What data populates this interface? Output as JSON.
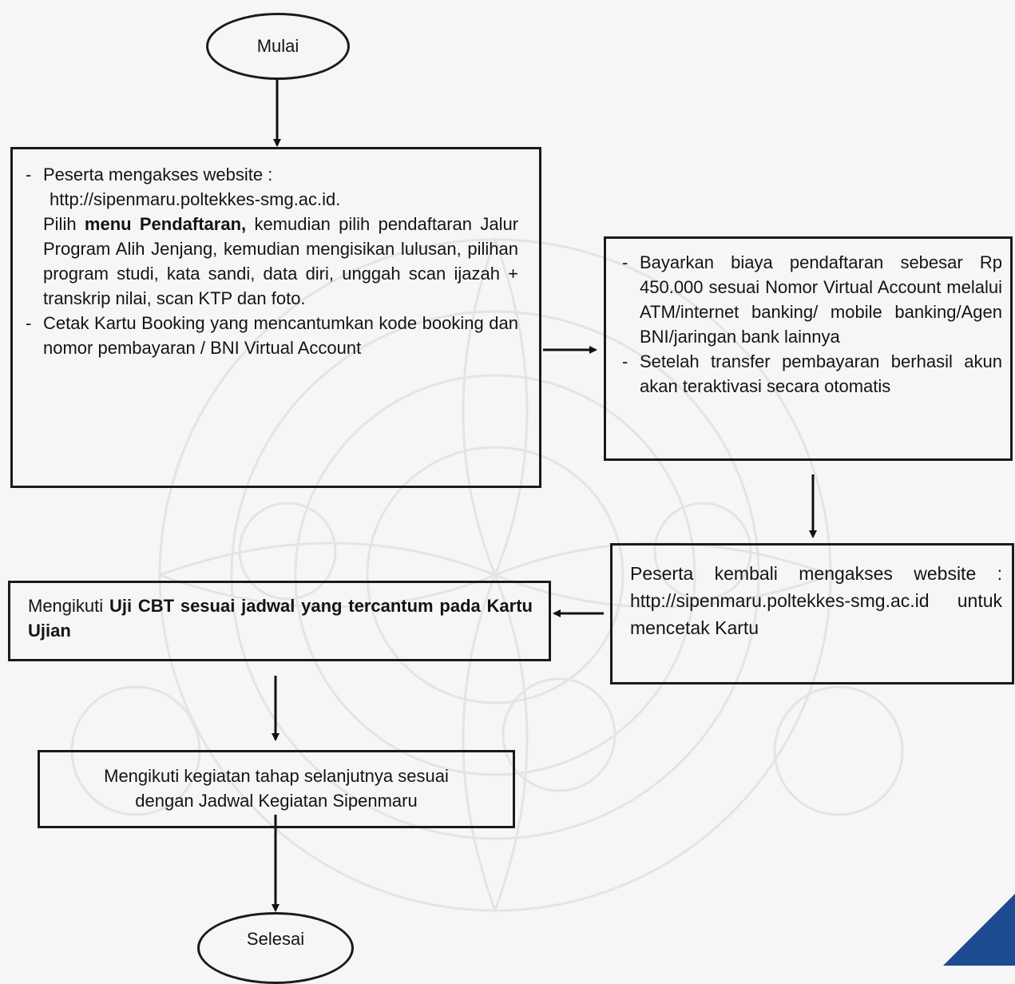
{
  "start": "Mulai",
  "end": "Selesai",
  "box1": {
    "bullet1_line1": "Peserta mengakses website :",
    "bullet1_url": "http://sipenmaru.poltekkes-smg.ac.id.",
    "bullet1_pre": "Pilih ",
    "bullet1_bold": "menu Pendaftaran,",
    "bullet1_rest": " kemudian pilih pendaftaran Jalur Program Alih Jenjang, kemudian mengisikan lulusan, pilihan program studi, kata sandi, data diri, unggah scan ijazah + transkrip nilai, scan KTP dan foto.",
    "bullet2": "Cetak Kartu Booking yang mencantumkan kode booking dan nomor pembayaran / BNI Virtual Account"
  },
  "box2": {
    "bullet1": "Bayarkan biaya pendaftaran sebesar Rp 450.000 sesuai Nomor Virtual Account melalui ATM/internet banking/ mobile banking/Agen BNI/jaringan bank lainnya",
    "bullet2": "Setelah transfer pembayaran berhasil akun akan teraktivasi secara otomatis"
  },
  "box3": {
    "text": "Peserta kembali mengakses website : http://sipenmaru.poltekkes-smg.ac.id untuk mencetak Kartu"
  },
  "box4": {
    "pre": "Mengikuti ",
    "bold": "Uji CBT sesuai jadwal yang tercantum pada Kartu Ujian"
  },
  "box5": {
    "line1": "Mengikuti kegiatan tahap selanjutnya sesuai",
    "line2": "dengan Jadwal Kegiatan Sipenmaru"
  }
}
